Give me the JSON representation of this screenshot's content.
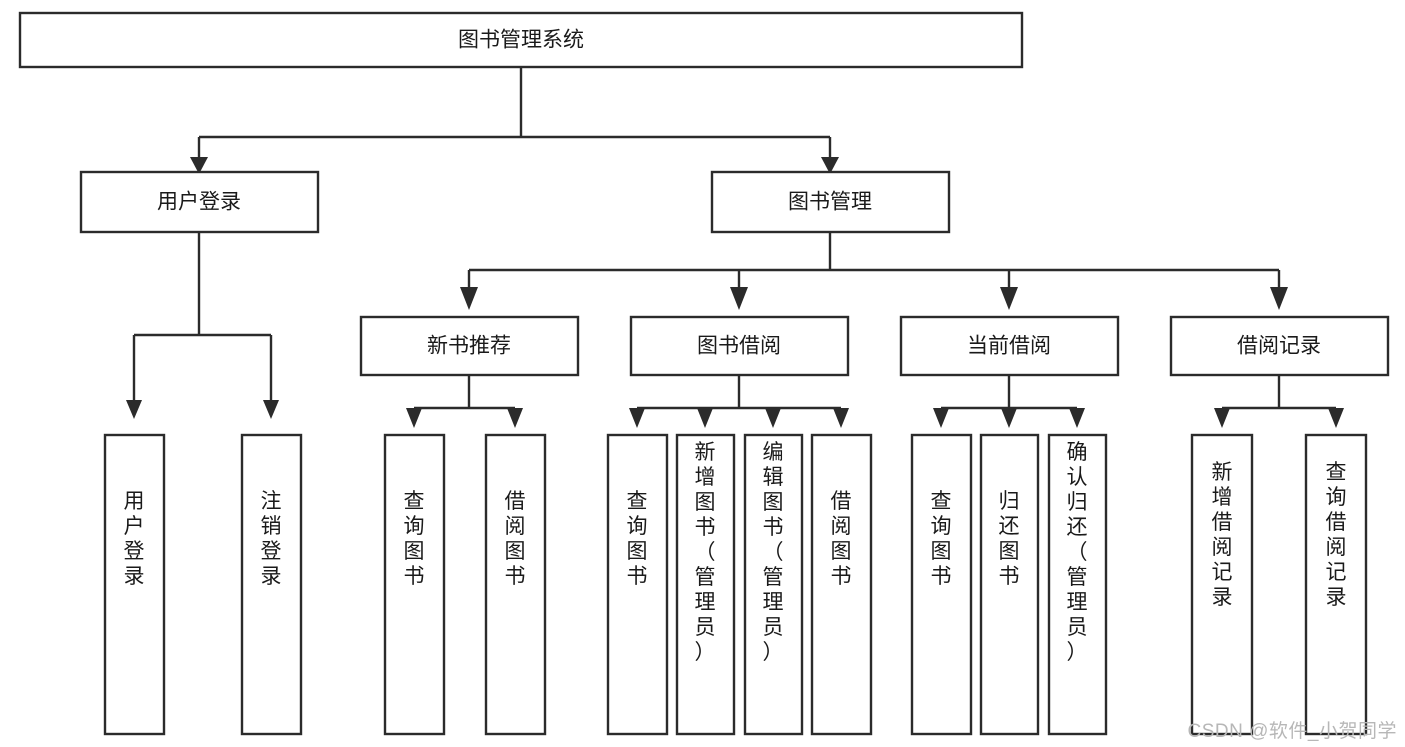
{
  "diagram": {
    "type": "tree-hierarchy",
    "title": "图书管理系统",
    "orientation": "top-down",
    "watermark": "CSDN @软件_小贺同学",
    "colors": {
      "stroke": "#2b2b2b",
      "fill": "#ffffff",
      "text": "#1a1a1a",
      "watermark": "#b7b7b7",
      "background": "#ffffff"
    },
    "levels": {
      "root": {
        "label": "图书管理系统"
      },
      "level2": [
        {
          "label": "用户登录"
        },
        {
          "label": "图书管理"
        }
      ],
      "level3": [
        {
          "label": "新书推荐"
        },
        {
          "label": "图书借阅"
        },
        {
          "label": "当前借阅"
        },
        {
          "label": "借阅记录"
        }
      ],
      "leaves": [
        {
          "label": "用户登录",
          "parent": "用户登录"
        },
        {
          "label": "注销登录",
          "parent": "用户登录"
        },
        {
          "label": "查询图书",
          "parent": "新书推荐"
        },
        {
          "label": "借阅图书",
          "parent": "新书推荐"
        },
        {
          "label": "查询图书",
          "parent": "图书借阅"
        },
        {
          "label": "新增图书（管理员）",
          "parent": "图书借阅"
        },
        {
          "label": "编辑图书（管理员）",
          "parent": "图书借阅"
        },
        {
          "label": "借阅图书",
          "parent": "图书借阅"
        },
        {
          "label": "查询图书",
          "parent": "当前借阅"
        },
        {
          "label": "归还图书",
          "parent": "当前借阅"
        },
        {
          "label": "确认归还（管理员）",
          "parent": "当前借阅"
        },
        {
          "label": "新增借阅记录",
          "parent": "借阅记录"
        },
        {
          "label": "查询借阅记录",
          "parent": "借阅记录"
        }
      ]
    }
  }
}
